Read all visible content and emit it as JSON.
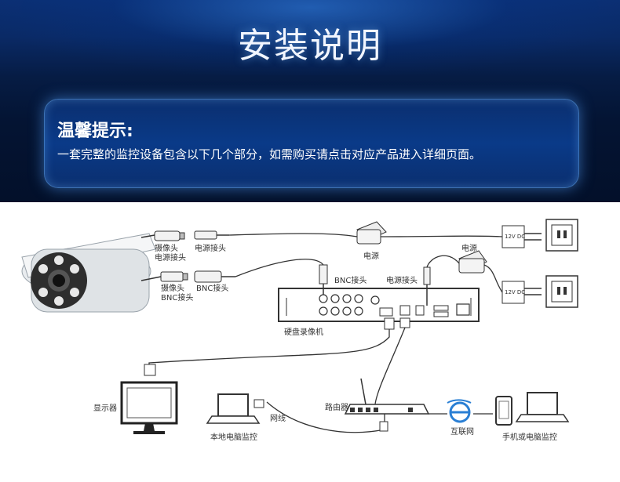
{
  "banner": {
    "title": "安装说明",
    "tip_heading": "温馨提示:",
    "tip_body": "一套完整的监控设备包含以下几个部分，如需购买请点击对应产品进入详细页面。"
  },
  "diagram": {
    "labels": {
      "camera_video_connector_1": "摄像头",
      "camera_video_connector_2": "电源接头",
      "power_connector": "电源接头",
      "camera_bnc_1": "摄像头",
      "camera_bnc_2": "BNC接头",
      "bnc_cable_end": "BNC接头",
      "power_adapter_1": "电源",
      "power_adapter_2": "电源",
      "dvr_bnc": "BNC接头",
      "dvr_power": "电源接头",
      "outlet_adapter_1": "12V DC",
      "outlet_adapter_2": "12V DC",
      "dvr": "硬盘录像机",
      "monitor": "显示器",
      "local_pc": "本地电脑监控",
      "lan_cable": "网线",
      "router": "路由器",
      "internet": "互联网",
      "mobile_pc": "手机或电脑监控"
    },
    "colors": {
      "line": "#333333",
      "ie_blue": "#2a7fd4"
    }
  }
}
